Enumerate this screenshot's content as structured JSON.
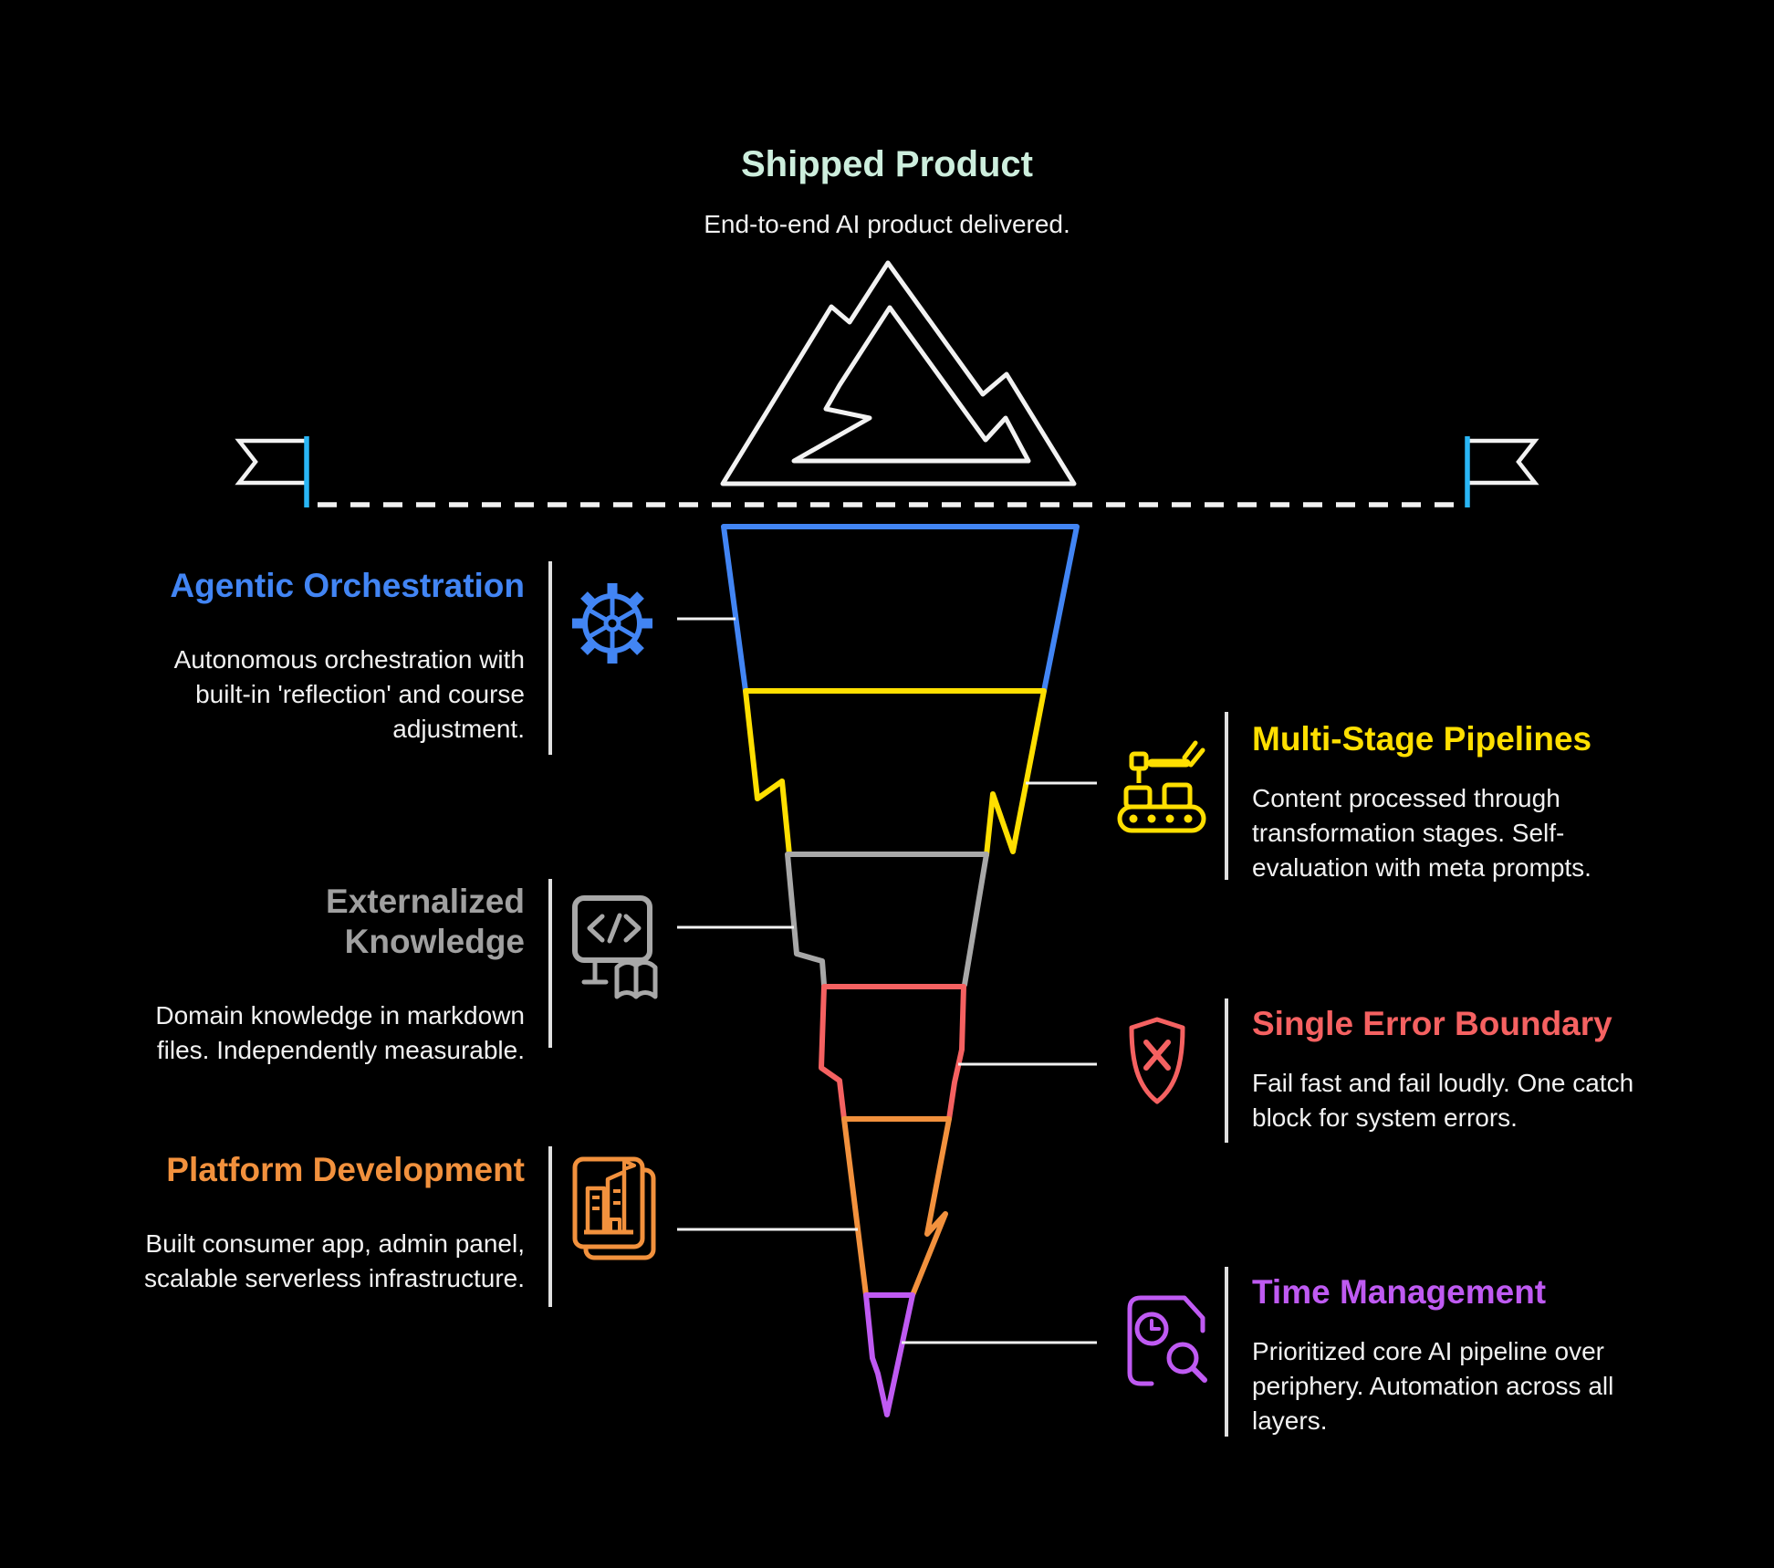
{
  "header": {
    "title": "Shipped Product",
    "subtitle": "End-to-end AI product delivered."
  },
  "sections": [
    {
      "id": "agentic-orchestration",
      "side": "left",
      "accent": "#4285f4",
      "icon": "gear-icon",
      "title": "Agentic Orchestration",
      "lines": [
        "Autonomous orchestration with",
        "built-in 'reflection' and course",
        "adjustment."
      ]
    },
    {
      "id": "multi-stage-pipelines",
      "side": "right",
      "accent": "#ffdf00",
      "icon": "robot-arm-conveyor-icon",
      "title": "Multi-Stage Pipelines",
      "lines": [
        "Content processed through",
        "transformation stages. Self-",
        "evaluation with meta prompts."
      ]
    },
    {
      "id": "externalized-knowledge",
      "side": "left",
      "accent": "#a0a0a0",
      "icon": "code-book-icon",
      "title": "Externalized Knowledge",
      "lines": [
        "Domain knowledge in markdown",
        "files. Independently measurable."
      ]
    },
    {
      "id": "single-error-boundary",
      "side": "right",
      "accent": "#f56161",
      "icon": "shield-x-icon",
      "title": "Single Error Boundary",
      "lines": [
        "Fail fast and fail loudly. One catch",
        "block for system errors."
      ]
    },
    {
      "id": "platform-development",
      "side": "left",
      "accent": "#f2913d",
      "icon": "building-card-icon",
      "title": "Platform Development",
      "lines": [
        "Built consumer app, admin panel,",
        "scalable serverless infrastructure."
      ]
    },
    {
      "id": "time-management",
      "side": "right",
      "accent": "#bf5af2",
      "icon": "document-clock-search-icon",
      "title": "Time Management",
      "lines": [
        "Prioritized core AI pipeline over",
        "periphery. Automation across all",
        "layers."
      ]
    }
  ],
  "funnel": {
    "layers": [
      {
        "label": "Agentic Orchestration",
        "color": "#4285f4"
      },
      {
        "label": "Multi-Stage Pipelines",
        "color": "#ffdf00"
      },
      {
        "label": "Externalized Knowledge",
        "color": "#a8a8a8"
      },
      {
        "label": "Single Error Boundary",
        "color": "#f56161"
      },
      {
        "label": "Platform Development",
        "color": "#f2913d"
      },
      {
        "label": "Time Management",
        "color": "#bf5af2"
      }
    ]
  },
  "waterline": {
    "line_color": "#f2f2f2",
    "flag_pole_color": "#29b6f6"
  },
  "mountain": {
    "color": "#f2f2f2"
  }
}
